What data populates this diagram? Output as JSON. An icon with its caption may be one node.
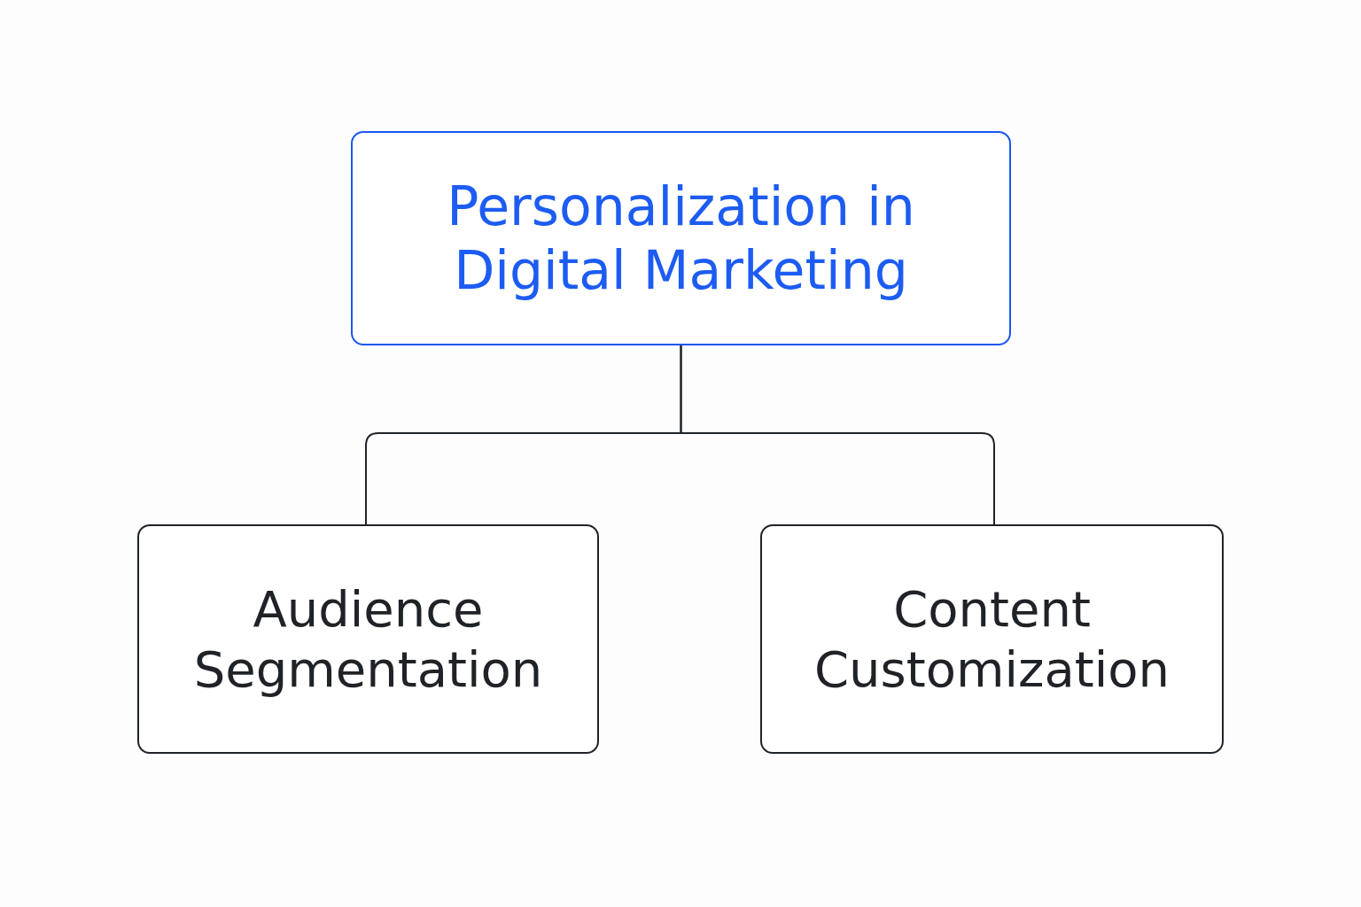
{
  "diagram": {
    "nodes": [
      {
        "text": [
          "Personalization in Digital Marketing"
        ]
      },
      {
        "text": [
          "Audience Segmentation"
        ]
      },
      {
        "text": [
          "Content Customization"
        ]
      }
    ],
    "edges": [
      {
        "from": 0,
        "to": 1,
        "arrow": "none"
      },
      {
        "from": 0,
        "to": 2,
        "arrow": "none"
      }
    ]
  }
}
